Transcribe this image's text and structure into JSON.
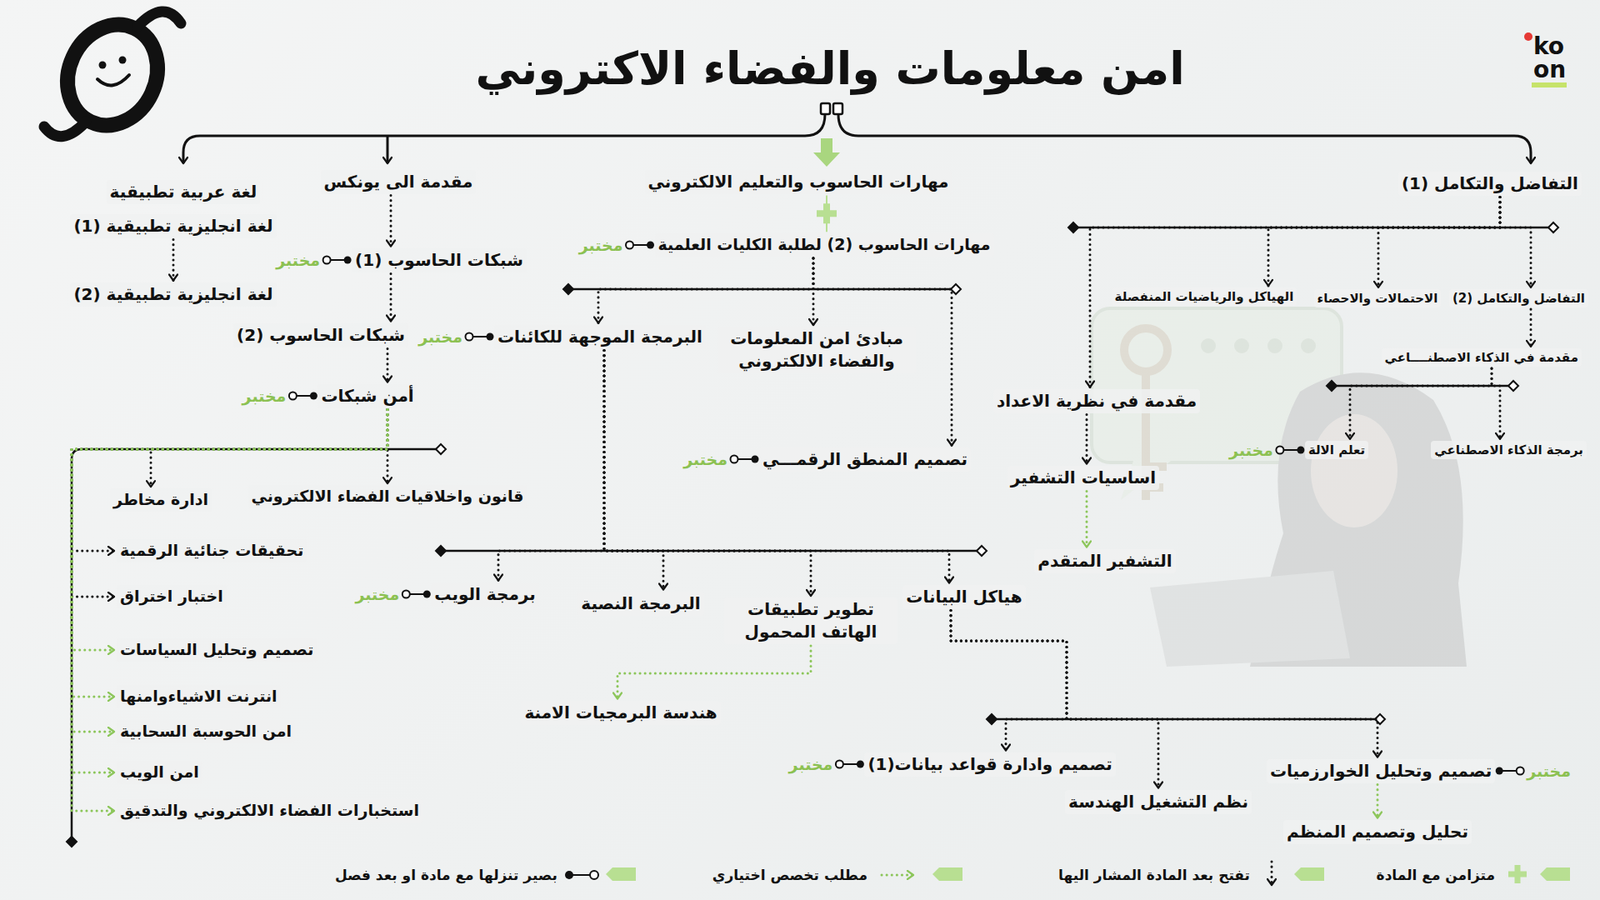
{
  "diagram": {
    "title": "امن معلومات والفضاء الاكتروني",
    "nodes": [
      {
        "text": [
          "التفاضل والتكامل (1)"
        ]
      },
      {
        "text": [
          "مهارات الحاسوب والتعليم الالكتروني"
        ]
      },
      {
        "text": [
          "مقدمة الى يونكس"
        ]
      },
      {
        "text": [
          "لغة عربية تطبيقية"
        ]
      },
      {
        "text": [
          "التفاضل والتكامل (2)"
        ]
      },
      {
        "text": [
          "الاحتمالات والاحصاء"
        ]
      },
      {
        "text": [
          "الهياكل والرياضيات المنفصلة"
        ]
      },
      {
        "text": [
          "مقدمة في نظرية الاعداد"
        ]
      },
      {
        "text": [
          "مقدمة في الذكاء الاصطنــــاعي"
        ]
      },
      {
        "text": [
          "برمجة الذكاء الاصطناعي"
        ]
      },
      {
        "text": [
          "تعلم الالة"
        ]
      },
      {
        "text": [
          "اساسيات التشفير"
        ]
      },
      {
        "text": [
          "التشفير المتقدم"
        ]
      },
      {
        "text": [
          "مهارات الحاسوب (2) لطلبة الكليات العلمية"
        ]
      },
      {
        "text": [
          "البرمجة الموجهة للكائنات"
        ]
      },
      {
        "text": [
          "مبادئ امن المعلومات والفضاء الالكتروني"
        ]
      },
      {
        "text": [
          "تصميم المنطق الرقمـــي"
        ]
      },
      {
        "text": [
          "هياكل البيانات"
        ]
      },
      {
        "text": [
          "تطوير تطبيقات الهاتف المحمول"
        ]
      },
      {
        "text": [
          "البرمجة النصية"
        ]
      },
      {
        "text": [
          "برمجة الويب"
        ]
      },
      {
        "text": [
          "هندسة البرمجيات الامنة"
        ]
      },
      {
        "text": [
          "تصميم وادارة قواعد بيانات(1)"
        ]
      },
      {
        "text": [
          "نظم التشغيل الهندسة"
        ]
      },
      {
        "text": [
          "تصميم وتحليل الخوارزميات"
        ]
      },
      {
        "text": [
          "تحليل وتصميم المنظم"
        ]
      },
      {
        "text": [
          "لغة انجليزية تطبيقية (1)"
        ]
      },
      {
        "text": [
          "لغة انجليزية تطبيقية (2)"
        ]
      },
      {
        "text": [
          "شبكات الحاسوب (1)"
        ]
      },
      {
        "text": [
          "شبكات الحاسوب (2)"
        ]
      },
      {
        "text": [
          "أمن شبكات"
        ]
      },
      {
        "text": [
          "ادارة مخاطر"
        ]
      },
      {
        "text": [
          "قانون واخلاقيات الفضاء الالكتروني"
        ]
      },
      {
        "text": [
          "تحقيقات جنائية الرقمية"
        ]
      },
      {
        "text": [
          "اختبار اختراق"
        ]
      },
      {
        "text": [
          "تصميم وتحليل السياسات"
        ]
      },
      {
        "text": [
          "انترنت الاشياءوامنها"
        ]
      },
      {
        "text": [
          "امن الحوسبة السحابية"
        ]
      },
      {
        "text": [
          "امن الويب"
        ]
      },
      {
        "text": [
          "استخبارات الفضاء الالكتروني والتدقيق"
        ]
      }
    ],
    "edges": [
      {
        "from": 0,
        "to": 4,
        "arrow": "to"
      },
      {
        "from": 0,
        "to": 5,
        "arrow": "to"
      },
      {
        "from": 0,
        "to": 6,
        "arrow": "to"
      },
      {
        "from": 0,
        "to": 7,
        "arrow": "to"
      },
      {
        "from": 4,
        "to": 8,
        "arrow": "to"
      },
      {
        "from": 8,
        "to": 9,
        "arrow": "to"
      },
      {
        "from": 8,
        "to": 10,
        "arrow": "to"
      },
      {
        "from": 7,
        "to": 11,
        "arrow": "to"
      },
      {
        "from": 11,
        "to": 12,
        "arrow": "to"
      },
      {
        "from": 1,
        "to": 13,
        "arrow": "none"
      },
      {
        "from": 13,
        "to": 14,
        "arrow": "to"
      },
      {
        "from": 13,
        "to": 15,
        "arrow": "to"
      },
      {
        "from": 13,
        "to": 16,
        "arrow": "to"
      },
      {
        "from": 14,
        "to": 17,
        "arrow": "to"
      },
      {
        "from": 14,
        "to": 18,
        "arrow": "to"
      },
      {
        "from": 14,
        "to": 19,
        "arrow": "to"
      },
      {
        "from": 14,
        "to": 20,
        "arrow": "to"
      },
      {
        "from": 17,
        "to": 22,
        "arrow": "to"
      },
      {
        "from": 17,
        "to": 23,
        "arrow": "to"
      },
      {
        "from": 17,
        "to": 24,
        "arrow": "to"
      },
      {
        "from": 18,
        "to": 21,
        "arrow": "to"
      },
      {
        "from": 24,
        "to": 25,
        "arrow": "to"
      },
      {
        "from": 2,
        "to": 28,
        "arrow": "to"
      },
      {
        "from": 28,
        "to": 29,
        "arrow": "to"
      },
      {
        "from": 29,
        "to": 30,
        "arrow": "to"
      },
      {
        "from": 30,
        "to": 31,
        "arrow": "to"
      },
      {
        "from": 30,
        "to": 32,
        "arrow": "to"
      },
      {
        "from": 30,
        "to": 33,
        "arrow": "to"
      },
      {
        "from": 30,
        "to": 34,
        "arrow": "to"
      },
      {
        "from": 30,
        "to": 35,
        "arrow": "to"
      },
      {
        "from": 30,
        "to": 36,
        "arrow": "to"
      },
      {
        "from": 30,
        "to": 37,
        "arrow": "to"
      },
      {
        "from": 30,
        "to": 38,
        "arrow": "to"
      },
      {
        "from": 30,
        "to": 39,
        "arrow": "to"
      },
      {
        "from": 26,
        "to": 27,
        "arrow": "to"
      }
    ],
    "labels": [
      "ko",
      "on",
      "مختبر",
      "مختبر",
      "مختبر",
      "مختبر",
      "مختبر",
      "مختبر",
      "مختبر",
      "مختبر",
      "مختبر"
    ],
    "legend": [
      {
        "text": "متزامن مع المادة"
      },
      {
        "text": "تفتح بعد المادة المشار اليها"
      },
      {
        "text": "مطلب تخصص اختياري"
      },
      {
        "text": "بصير تنزلها مع مادة او بعد فصل"
      }
    ]
  }
}
